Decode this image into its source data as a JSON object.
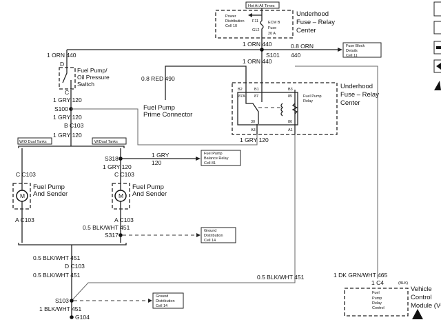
{
  "hot": "Hot At All Times",
  "fuse_center_top": [
    "Underhood",
    "Fuse – Relay",
    "Center"
  ],
  "power_dist": [
    "Power",
    "Distribution",
    "Cell 10"
  ],
  "fuse": {
    "f": "F11",
    "g": "G12",
    "name": [
      "ECM B",
      "Fuse",
      "20 A"
    ]
  },
  "orn_top": "1 ORN  440",
  "orn_08": "0.8 ORN",
  "s101": "S101",
  "n440": "440",
  "orn_mid": "1 ORN  440",
  "fuse_block": [
    "Fuse Block",
    "Details",
    "Cell 11"
  ],
  "orn_left": "1 ORN  440",
  "pin_d": "D",
  "switch": [
    "Fuel Pump/",
    "Oil Pressure",
    "Switch"
  ],
  "pin_c": "C",
  "gry1": "1 GRY  120",
  "s100": "S100",
  "gry2": "1 GRY  120",
  "c103_b": "B  C103",
  "gry3": "1 GRY  120",
  "wo_dual": "W/O Dual Tanks",
  "w_dual": "W/Dual Tanks",
  "red": "0.8 RED  490",
  "prime": [
    "Fuel Pump",
    "Prime Connector"
  ],
  "relay_center": [
    "Underhood",
    "Fuse – Relay",
    "Center"
  ],
  "relay": {
    "b2": "B2",
    "b1": "B1",
    "b3": "B3",
    "p87a": "87A",
    "p87": "87",
    "p85": "85",
    "p30": "30",
    "p86": "86",
    "a3": "A3",
    "a1": "A1",
    "name": [
      "Fuel Pump",
      "Relay"
    ]
  },
  "gry_relay": "1 GRY  120",
  "s318": "S318",
  "gry_bal": [
    "1 GRY",
    "120"
  ],
  "balance": [
    "Fuel Pump",
    "Balance Relay",
    "Cell 81"
  ],
  "gry4": "1 GRY  120",
  "c103_c_left": "C  C103",
  "c103_c_right": "C  C103",
  "motor": "M",
  "pump_left": [
    "Fuel Pump",
    "And Sender"
  ],
  "pump_right": [
    "Fuel Pump",
    "And Sender"
  ],
  "c103_a_left": "A  C103",
  "c103_a_right": "A  C103",
  "blk1": "0.5 BLK/WHT  451",
  "s317": "S317",
  "ground1": [
    "Ground",
    "Distribution",
    "Cell 14"
  ],
  "blk2": "0.5 BLK/WHT  451",
  "c103_d": "D  C103",
  "blk3": "0.5 BLK/WHT  451",
  "blk_right": "0.5 BLK/WHT  451",
  "s103": "S103",
  "ground2": [
    "Ground",
    "Distribution",
    "Cell 14"
  ],
  "blk4": "1 BLK/WHT  451",
  "g104": "G104",
  "grn": "1 DK GRN/WHT  465",
  "c4": "1   C4",
  "c4_color": "(BLK)",
  "vcm_inner": [
    "Fuel",
    "Pump",
    "Relay",
    "Control"
  ],
  "vcm": [
    "Vehicle",
    "Control",
    "Module (VC"
  ],
  "side_icons": [
    "legend-icon",
    "legend-icon",
    "connector-icon",
    "arrow-icon",
    "esd-warning-icon"
  ]
}
